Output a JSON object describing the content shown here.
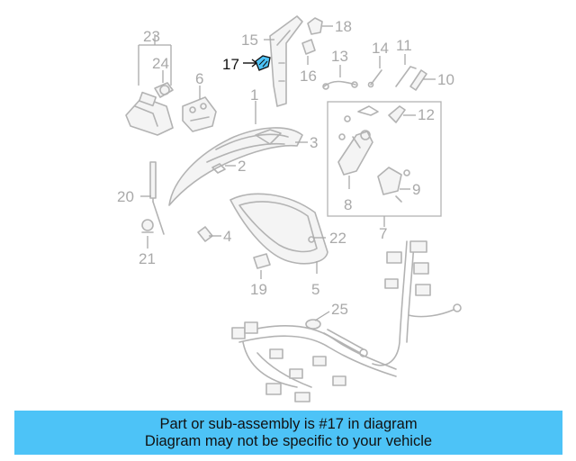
{
  "callouts": {
    "c1": "1",
    "c2": "2",
    "c3": "3",
    "c4": "4",
    "c5": "5",
    "c6": "6",
    "c7": "7",
    "c8": "8",
    "c9": "9",
    "c10": "10",
    "c11": "11",
    "c12": "12",
    "c13": "13",
    "c14": "14",
    "c15": "15",
    "c16": "16",
    "c17": "17",
    "c18": "18",
    "c19": "19",
    "c20": "20",
    "c21": "21",
    "c22": "22",
    "c23": "23",
    "c24": "24",
    "c25": "25"
  },
  "highlight": {
    "part": "17",
    "color": "#4dc3f7"
  },
  "banner": {
    "line1": "Part or sub-assembly is #17 in diagram",
    "line2": "Diagram may not be specific to your vehicle",
    "color": "#4dc3f7"
  }
}
